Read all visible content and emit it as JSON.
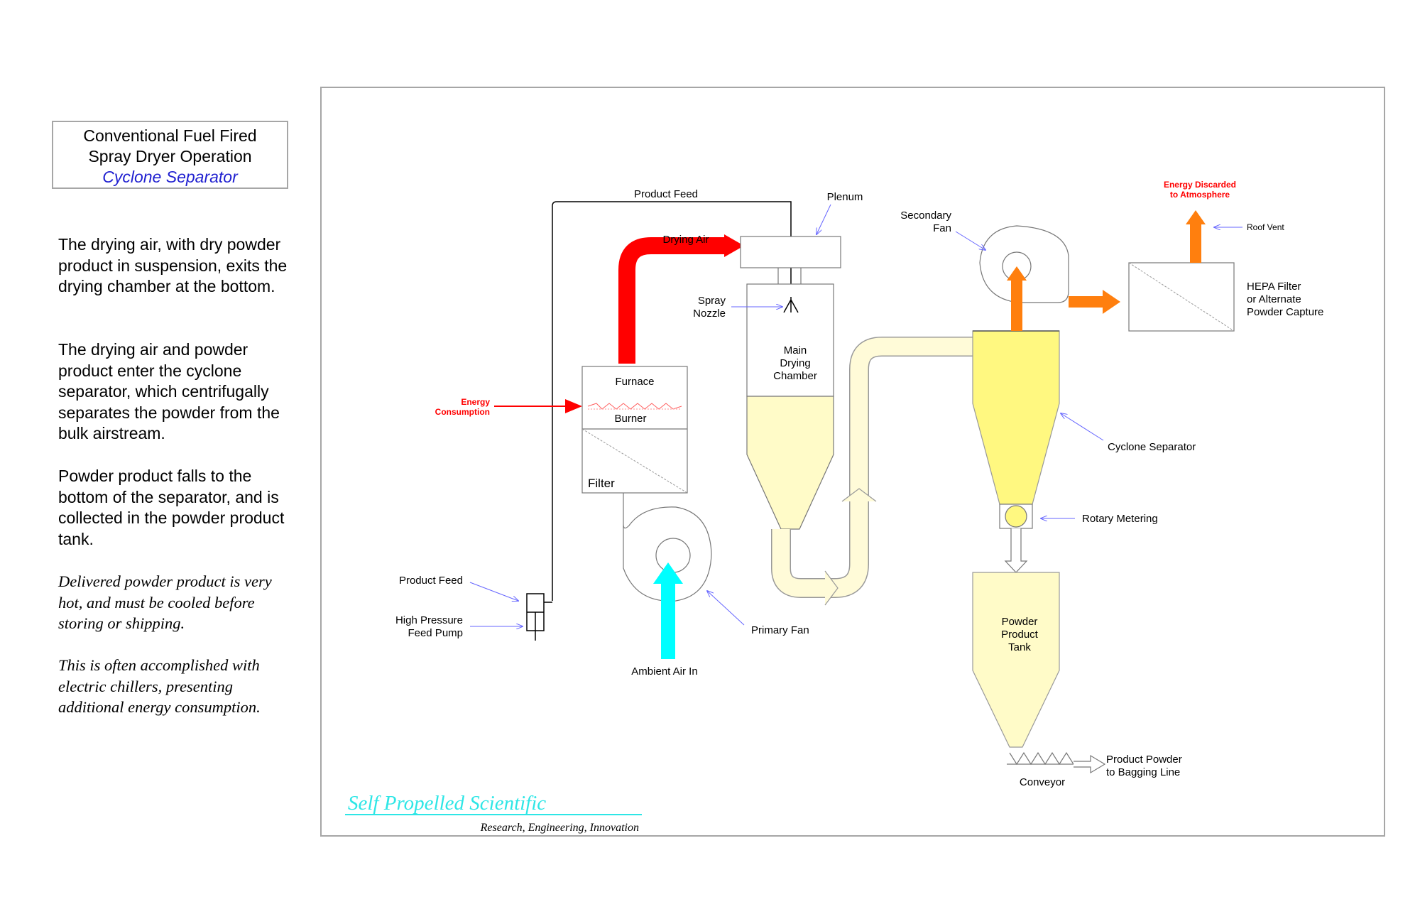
{
  "sidebar": {
    "title_line1": "Conventional Fuel Fired",
    "title_line2": "Spray Dryer Operation",
    "title_sub": "Cyclone Separator",
    "paragraphs": [
      "The drying air, with dry powder product in suspension, exits the drying chamber at the bottom.",
      "The drying air and powder product enter the cyclone separator, which centrifugally separates the powder from the bulk airstream.",
      "Powder product falls to the bottom of the separator, and is collected in the powder product tank."
    ],
    "notes": [
      "Delivered powder product is very hot, and must be cooled before storing or shipping.",
      "This is often accomplished with electric chillers, presenting additional energy consumption."
    ]
  },
  "diagram": {
    "product_feed_top": "Product Feed",
    "plenum": "Plenum",
    "drying_air": "Drying Air",
    "spray_nozzle_1": "Spray",
    "spray_nozzle_2": "Nozzle",
    "main_chamber_1": "Main",
    "main_chamber_2": "Drying",
    "main_chamber_3": "Chamber",
    "furnace": "Furnace",
    "burner": "Burner",
    "filter": "Filter",
    "energy_consumption_1": "Energy",
    "energy_consumption_2": "Consumption",
    "product_feed_left": "Product Feed",
    "pump_1": "High Pressure",
    "pump_2": "Feed Pump",
    "primary_fan": "Primary Fan",
    "ambient_air": "Ambient Air In",
    "secondary_fan_1": "Secondary",
    "secondary_fan_2": "Fan",
    "energy_discarded_1": "Energy Discarded",
    "energy_discarded_2": "to Atmosphere",
    "roof_vent": "Roof Vent",
    "hepa_1": "HEPA Filter",
    "hepa_2": "or Alternate",
    "hepa_3": "Powder Capture",
    "cyclone": "Cyclone Separator",
    "rotary": "Rotary Metering",
    "tank_1": "Powder",
    "tank_2": "Product",
    "tank_3": "Tank",
    "conveyor": "Conveyor",
    "output_1": "Product Powder",
    "output_2": "to Bagging Line"
  },
  "brand": {
    "name": "Self Propelled Scientific",
    "tagline": "Research,  Engineering,  Innovation"
  },
  "colors": {
    "hot_air": "#ff0000",
    "exhaust": "#ff7f0e",
    "ambient": "#00ffff",
    "powder": "#fffaa0",
    "powder_light": "#fffbd8",
    "label_blue": "#1f1fd0",
    "brand": "#2ee6e6"
  }
}
